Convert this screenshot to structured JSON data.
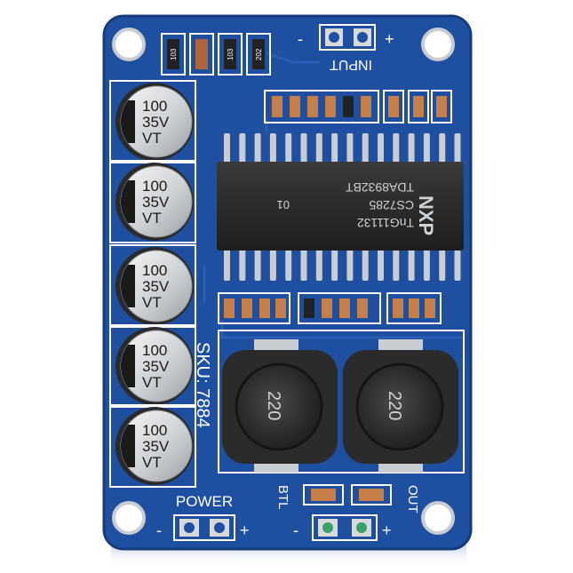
{
  "board": {
    "pcb_color": "#1f4fa0",
    "silkscreen_color": "#ffffff",
    "chip_color": "#2a2a2a",
    "pin_color": "#c9ccd0"
  },
  "labels": {
    "input": "INPUT",
    "input_minus": "-",
    "input_plus": "+",
    "power": "POWER",
    "power_minus": "-",
    "power_plus": "+",
    "btl": "BTL",
    "out": "OUT",
    "out_minus": "-",
    "out_plus": "+",
    "sku": "SKU: 7884"
  },
  "chip": {
    "line1": "TnG11132",
    "line2": "CS7285",
    "line3": "TDA8932BT",
    "code": "01",
    "logo": "NXP"
  },
  "capacitors": {
    "value": "100",
    "voltage": "35V",
    "series": "VT"
  },
  "inductors": {
    "value": "220"
  },
  "smd_small": [
    "103",
    "103",
    "202"
  ]
}
